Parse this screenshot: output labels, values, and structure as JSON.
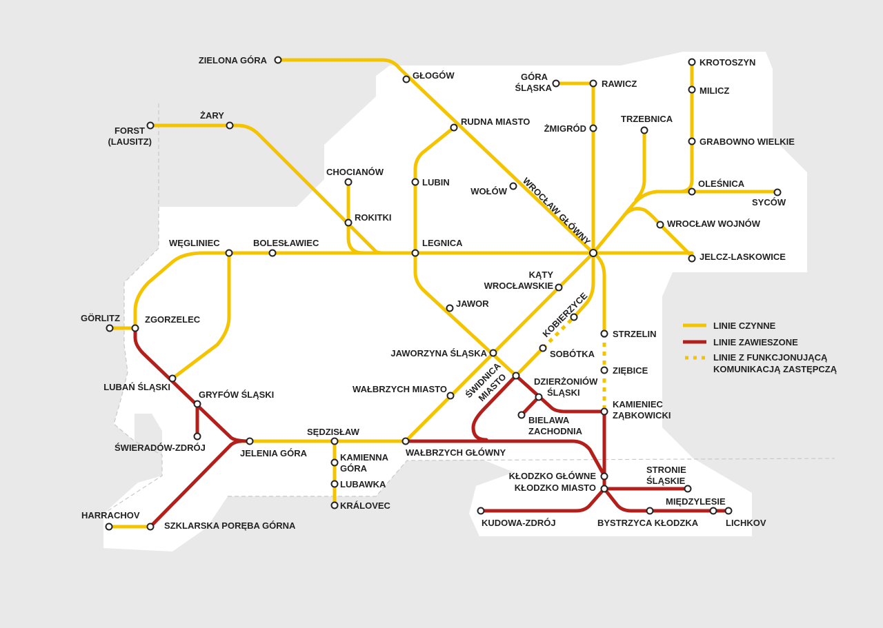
{
  "colors": {
    "background": "#e9e9e9",
    "land": "#ffffff",
    "active": "#f5c400",
    "suspended": "#b3201b",
    "replacement": "#f5c400",
    "station_outline": "#222222"
  },
  "legend": {
    "active": "LINIE CZYNNE",
    "suspended": "LINIE ZAWIESZONE",
    "replacement": [
      "LINIE Z FUNKCJONUJĄCĄ",
      "KOMUNIKACJĄ ZASTĘPCZĄ"
    ]
  },
  "stations": {
    "zielona_gora": "ZIELONA GÓRA",
    "glogow": "GŁOGÓW",
    "gora_slaska": [
      "GÓRA",
      "ŚLĄSKA"
    ],
    "rawicz": "RAWICZ",
    "krotoszyn": "KROTOSZYN",
    "milicz": "MILICZ",
    "grabowno": "GRABOWNO WIELKIE",
    "olesnica": "OLEŚNICA",
    "sycow": "SYCÓW",
    "zary": "ŻARY",
    "forst": [
      "FORST",
      "(LAUSITZ)"
    ],
    "rudna": "RUDNA MIASTO",
    "zmigrod": "ŻMIGRÓD",
    "trzebnica": "TRZEBNICA",
    "chocianow": "CHOCIANÓW",
    "lubin": "LUBIN",
    "wolow": "WOŁÓW",
    "rokitki": "ROKITKI",
    "wroclaw_glowny": "WROCŁAW GŁÓWNY",
    "wroclaw_wojnow": "WROCŁAW WOJNÓW",
    "wegliniec": "WĘGLINIEC",
    "boleslawiec": "BOLESŁAWIEC",
    "legnica": "LEGNICA",
    "jelcz": "JELCZ-LASKOWICE",
    "katy": [
      "KĄTY",
      "WROCŁAWSKIE"
    ],
    "jawor": "JAWOR",
    "kobierzyce": "KOBIERZYCE",
    "gorlitz": "GÖRLITZ",
    "zgorzelec": "ZGORZELEC",
    "strzelin": "STRZELIN",
    "jaworzyna": "JAWORZYNA ŚLĄSKA",
    "sobotka": "SOBÓTKA",
    "ziebice": "ZIĘBICE",
    "swidnica": [
      "ŚWIDNICA",
      "MIASTO"
    ],
    "dzierzoniow": [
      "DZIERŻONIÓW",
      "ŚLĄSKI"
    ],
    "luban": "LUBAŃ ŚLĄSKI",
    "gryfow": "GRYFÓW ŚLĄSKI",
    "walbrzych_miasto": "WAŁBRZYCH MIASTO",
    "kamieniec": [
      "KAMIENIEC",
      "ZĄBKOWICKI"
    ],
    "bielawa": [
      "BIELAWA",
      "ZACHODNIA"
    ],
    "sedzislaw": "SĘDZISŁAW",
    "swieradow": "ŚWIERADÓW-ZDRÓJ",
    "jelenia_gora": "JELENIA GÓRA",
    "walbrzych_glowny": "WAŁBRZYCH GŁÓWNY",
    "kamienna_gora": [
      "KAMIENNA",
      "GÓRA"
    ],
    "lubawka": "LUBAWKA",
    "kralovec": "KRÁLOVEC",
    "klodzko_glowne": "KŁODZKO GŁÓWNE",
    "klodzko_miasto": "KŁODZKO MIASTO",
    "stronie": [
      "STRONIE",
      "ŚLĄSKIE"
    ],
    "miedzylesie": "MIĘDZYLESIE",
    "kudowa": "KUDOWA-ZDRÓJ",
    "bystrzyca": "BYSTRZYCA KŁODZKA",
    "lichkov": "LICHKOV",
    "harrachov": "HARRACHOV",
    "szklarska": "SZKLARSKA PORĘBA GÓRNA"
  }
}
